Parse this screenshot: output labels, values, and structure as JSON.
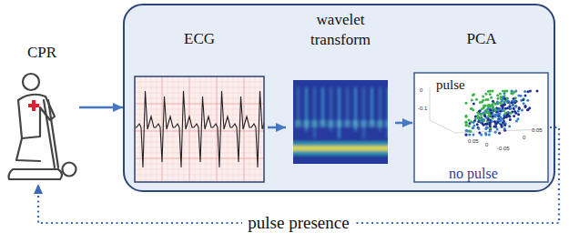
{
  "diagram": {
    "nodes": [
      {
        "text": [
          "CPR"
        ]
      },
      {
        "text": []
      },
      {
        "text": [
          "ECG"
        ],
        "in": 1
      },
      {
        "text": [
          "wavelet transform"
        ],
        "in": 1
      },
      {
        "text": [
          "PCA",
          "pulse",
          "no pulse"
        ],
        "in": 1
      }
    ],
    "edges": [
      {
        "from": 0,
        "to": 1,
        "arrow": "to"
      },
      {
        "from": 2,
        "to": 3,
        "arrow": "to"
      },
      {
        "from": 3,
        "to": 4,
        "arrow": "to"
      },
      {
        "from": 4,
        "to": 0,
        "label": "pulse presence",
        "arrow": "to"
      }
    ],
    "labels": [
      "0",
      "-0.1",
      "0.05",
      "0",
      "-0.05",
      "0",
      "0.05"
    ]
  }
}
